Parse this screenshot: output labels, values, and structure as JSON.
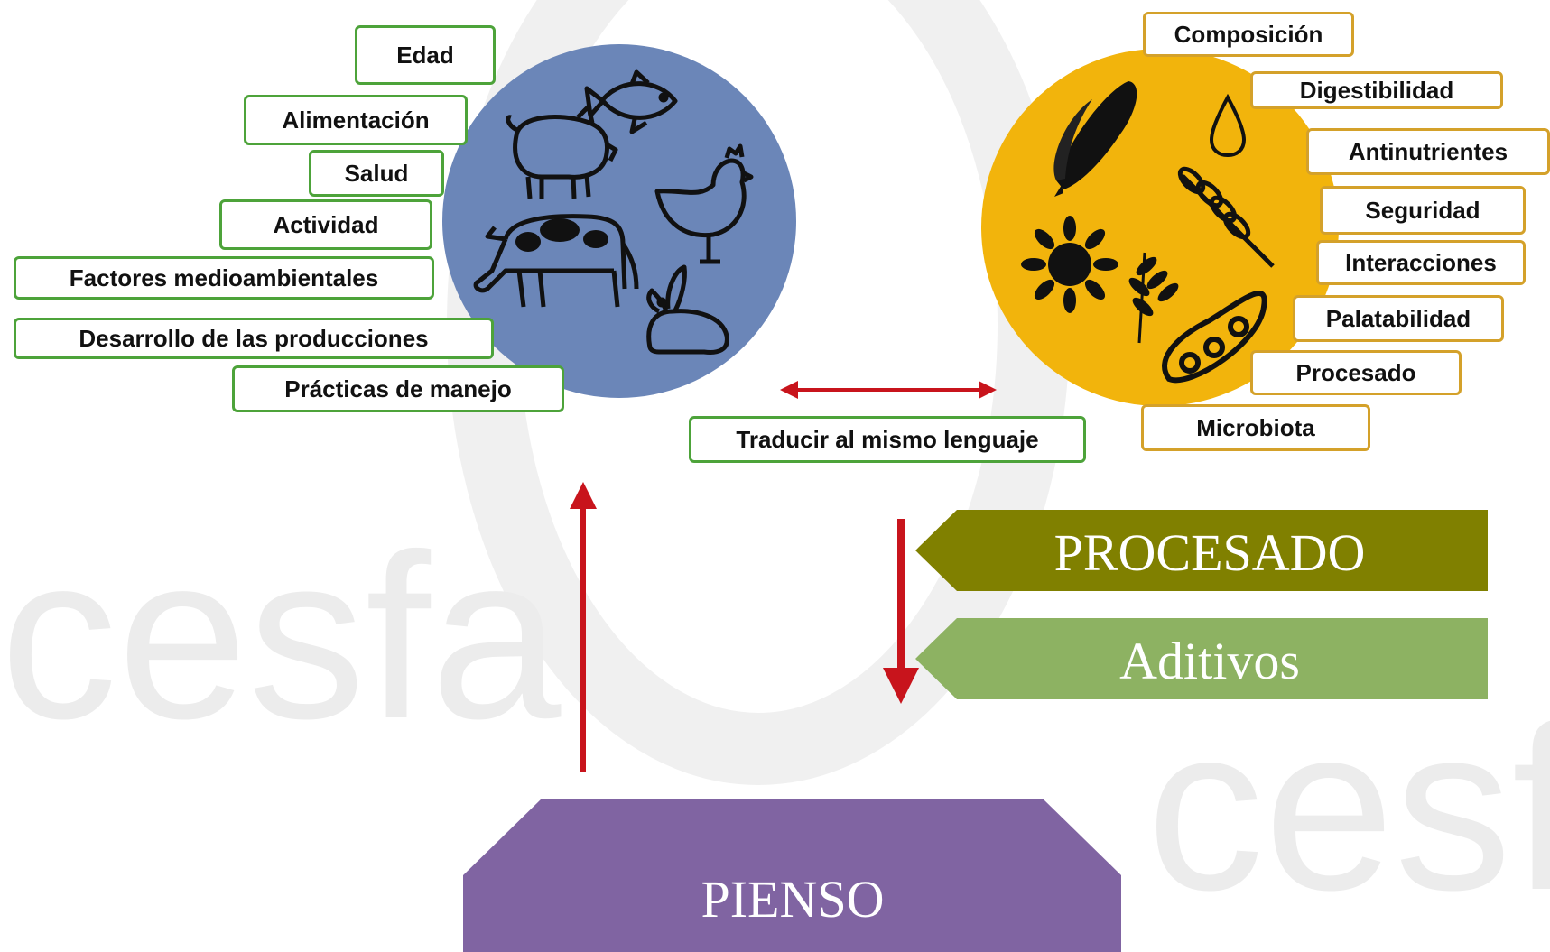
{
  "watermark": {
    "text": "cesfa",
    "color": "#e4e4e4"
  },
  "animal_factors": [
    "Edad",
    "Alimentación",
    "Salud",
    "Actividad",
    "Factores medioambientales",
    "Desarrollo de las producciones",
    "Prácticas de manejo"
  ],
  "ingredient_properties": [
    "Composición",
    "Digestibilidad",
    "Antinutrientes",
    "Seguridad",
    "Interacciones",
    "Palatabilidad",
    "Procesado",
    "Microbiota"
  ],
  "link_label": "Traducir al mismo lenguaje",
  "process_steps": {
    "procesado": "PROCESADO",
    "aditivos": "Aditivos"
  },
  "base_label": "PIENSO",
  "colors": {
    "animal_circle": "#6b86b8",
    "ingredient_circle": "#f2b40c",
    "animal_border": "#4da33a",
    "ingredient_border": "#d4a12a",
    "procesado_fill": "#808000",
    "aditivos_fill": "#8db262",
    "pienso_fill": "#8064a2",
    "arrow": "#c8141c"
  },
  "icons": {
    "animals": [
      "fish-icon",
      "pig-icon",
      "chicken-icon",
      "cow-icon",
      "rabbit-icon"
    ],
    "ingredients": [
      "corn-icon",
      "oil-drop-icon",
      "sunflower-icon",
      "wheat-icon",
      "barley-icon",
      "soybean-icon"
    ]
  }
}
